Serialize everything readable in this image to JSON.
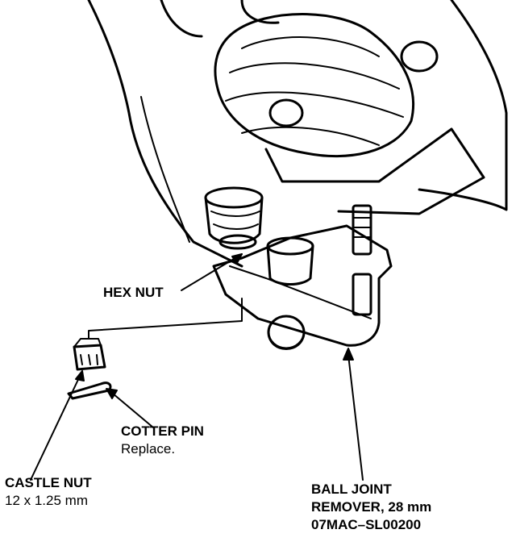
{
  "labels": {
    "hex_nut": {
      "name": "HEX NUT"
    },
    "cotter_pin": {
      "name": "COTTER PIN",
      "note": "Replace."
    },
    "castle_nut": {
      "name": "CASTLE NUT",
      "size": "12 x 1.25 mm"
    },
    "ball_joint_remover": {
      "line1": "BALL JOINT",
      "line2": "REMOVER, 28 mm",
      "part_no": "07MAC–SL00200"
    }
  },
  "colors": {
    "ink": "#000000",
    "paper": "#ffffff"
  }
}
